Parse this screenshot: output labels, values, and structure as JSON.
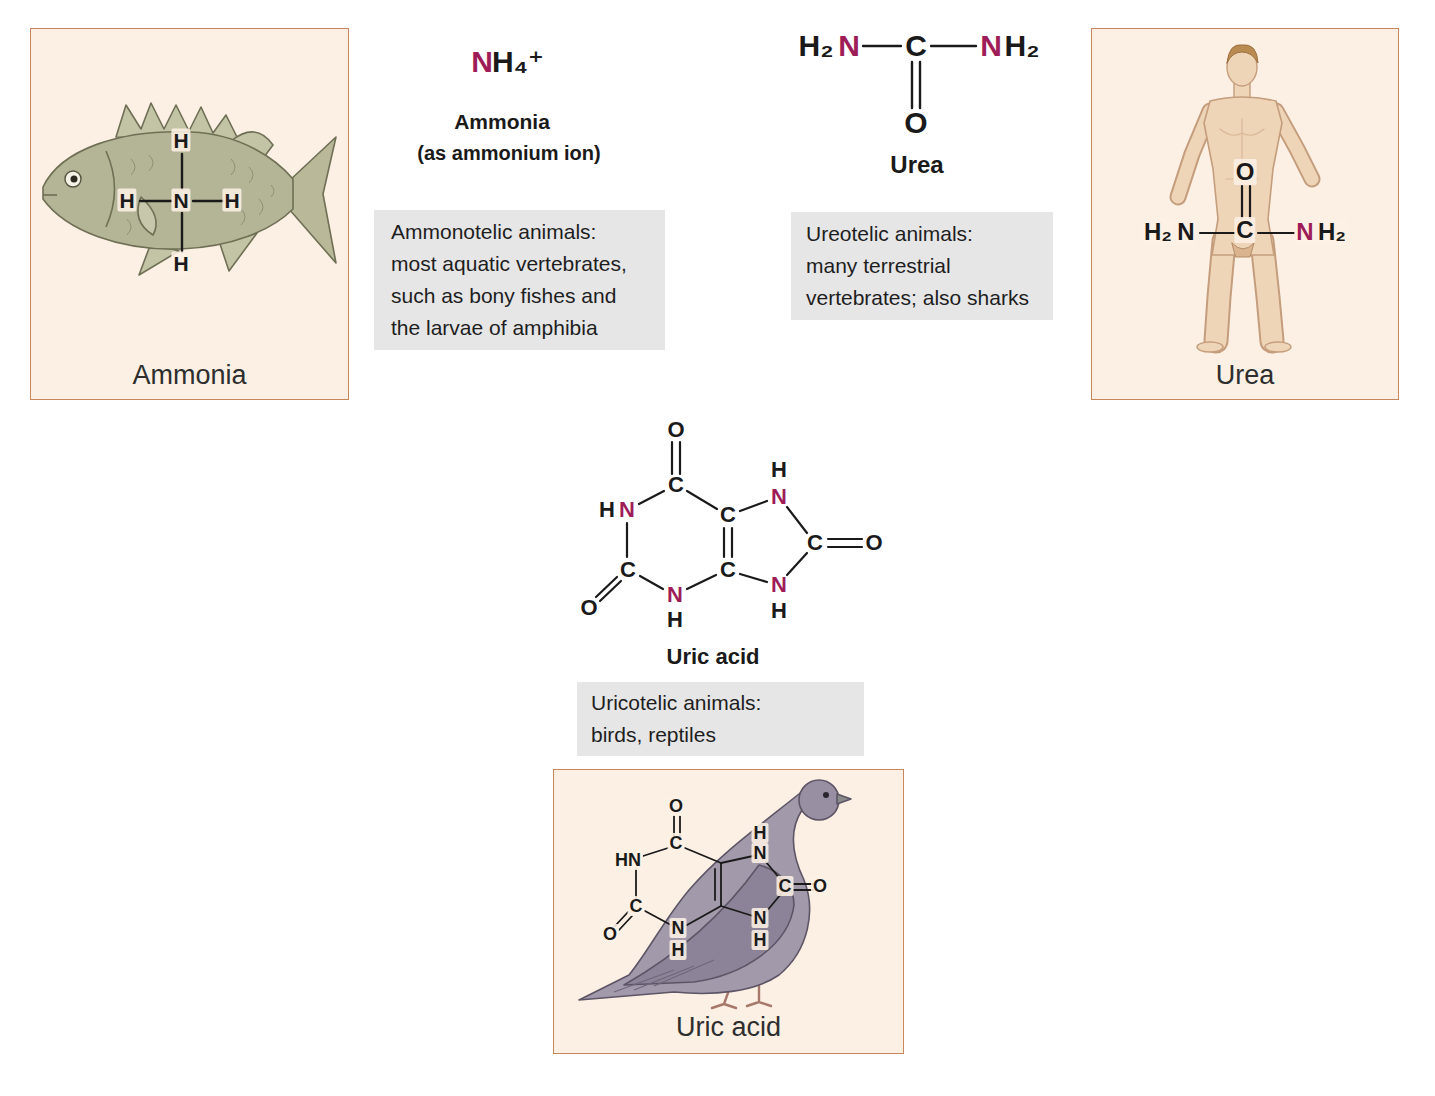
{
  "diagram": {
    "nodes": [
      {
        "text": [
          "Ammonia"
        ]
      },
      {
        "text": [
          "Ammonotelic animals:",
          "most aquatic vertebrates, such as bony fishes and the larvae of amphibia"
        ]
      },
      {
        "text": [
          "Ureotelic animals:",
          "many terrestrial vertebrates; also sharks"
        ]
      },
      {
        "text": [
          "Urea"
        ]
      },
      {
        "text": [
          "Uricotelic animals:",
          "birds, reptiles"
        ]
      },
      {
        "text": [
          "Uric acid"
        ]
      }
    ],
    "labels": [
      "H",
      "H",
      "N",
      "H",
      "H",
      "N",
      "H₄⁺",
      "Ammonia",
      "(as ammonium ion)",
      "H₂",
      "N",
      "C",
      "N",
      "H₂",
      "O",
      "Urea",
      "O",
      "H₂",
      "N",
      "C",
      "N",
      "H₂",
      "O",
      "C",
      "H",
      "N",
      "C",
      "O",
      "N",
      "H",
      "C",
      "C",
      "H",
      "N",
      "C",
      "O",
      "N",
      "H",
      "Uric acid",
      "O",
      "C",
      "HN",
      "C",
      "O",
      "N",
      "H",
      "H",
      "N",
      "C",
      "O",
      "N",
      "H"
    ]
  }
}
